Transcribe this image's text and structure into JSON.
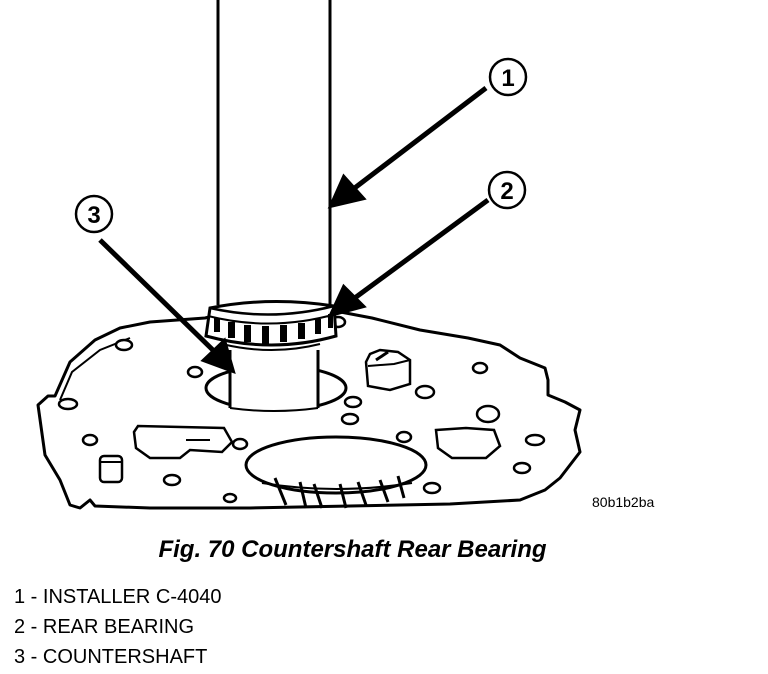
{
  "callouts": [
    {
      "number": "1"
    },
    {
      "number": "2"
    },
    {
      "number": "3"
    }
  ],
  "image_code": "80b1b2ba",
  "caption": "Fig. 70 Countershaft Rear Bearing",
  "legend": [
    {
      "text": "1 - INSTALLER C-4040"
    },
    {
      "text": "2 - REAR BEARING"
    },
    {
      "text": "3 - COUNTERSHAFT"
    }
  ]
}
